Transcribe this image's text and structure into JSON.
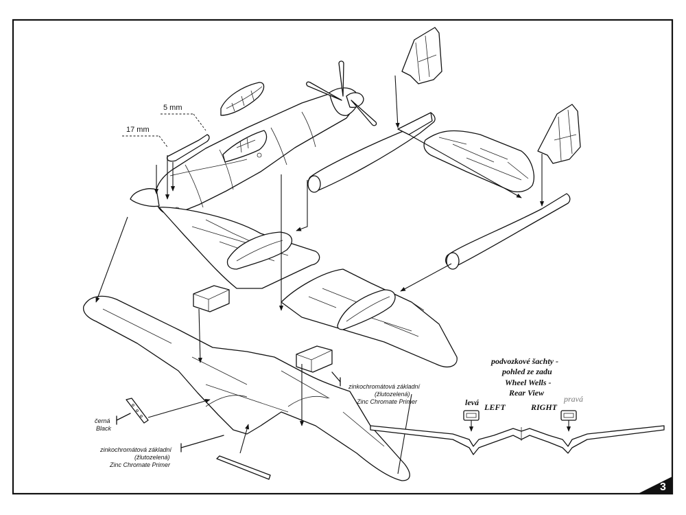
{
  "dimensions": {
    "left_wing_span": "17 mm",
    "stabilizer": "5 mm"
  },
  "wheel_wells_title": {
    "line1": "podvozkové šachty -",
    "line2": "pohled ze zadu",
    "line3": "Wheel Wells -",
    "line4": "Rear View"
  },
  "wheel_wells_labels": {
    "left_cz": "levá",
    "left_en": "LEFT",
    "right_en": "RIGHT",
    "right_cz": "pravá"
  },
  "callout_primer_upper": {
    "cz": "zinkochromátová základní",
    "cz2": "(žlutozelená)",
    "en": "Zinc Chromate Primer"
  },
  "callout_primer_lower": {
    "cz": "zinkochromátová základní",
    "cz2": "(žlutozelená)",
    "en": "Zinc Chromate Primer"
  },
  "callout_black": {
    "cz": "černá",
    "en": "Black"
  },
  "page_number": "3",
  "colors": {
    "line": "#111111",
    "background": "#ffffff"
  }
}
